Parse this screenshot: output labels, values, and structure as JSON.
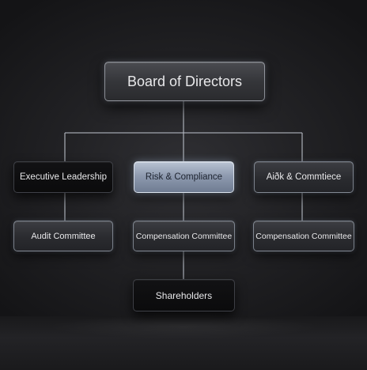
{
  "diagram": {
    "root": {
      "label": "Board of Directors"
    },
    "level1": [
      {
        "label": "Executive Leadership"
      },
      {
        "label": "Risk & Compliance"
      },
      {
        "label": "Aiðk & Commtiece"
      }
    ],
    "level2": [
      {
        "label": "Audit Committee"
      },
      {
        "label": "Compensation Committee"
      },
      {
        "label": "Compensation Committee"
      }
    ],
    "level3": {
      "label": "Shareholders"
    },
    "colors": {
      "background": "#222225",
      "connector": "#b7bcc6",
      "highlight": "#8f9bb0"
    }
  }
}
